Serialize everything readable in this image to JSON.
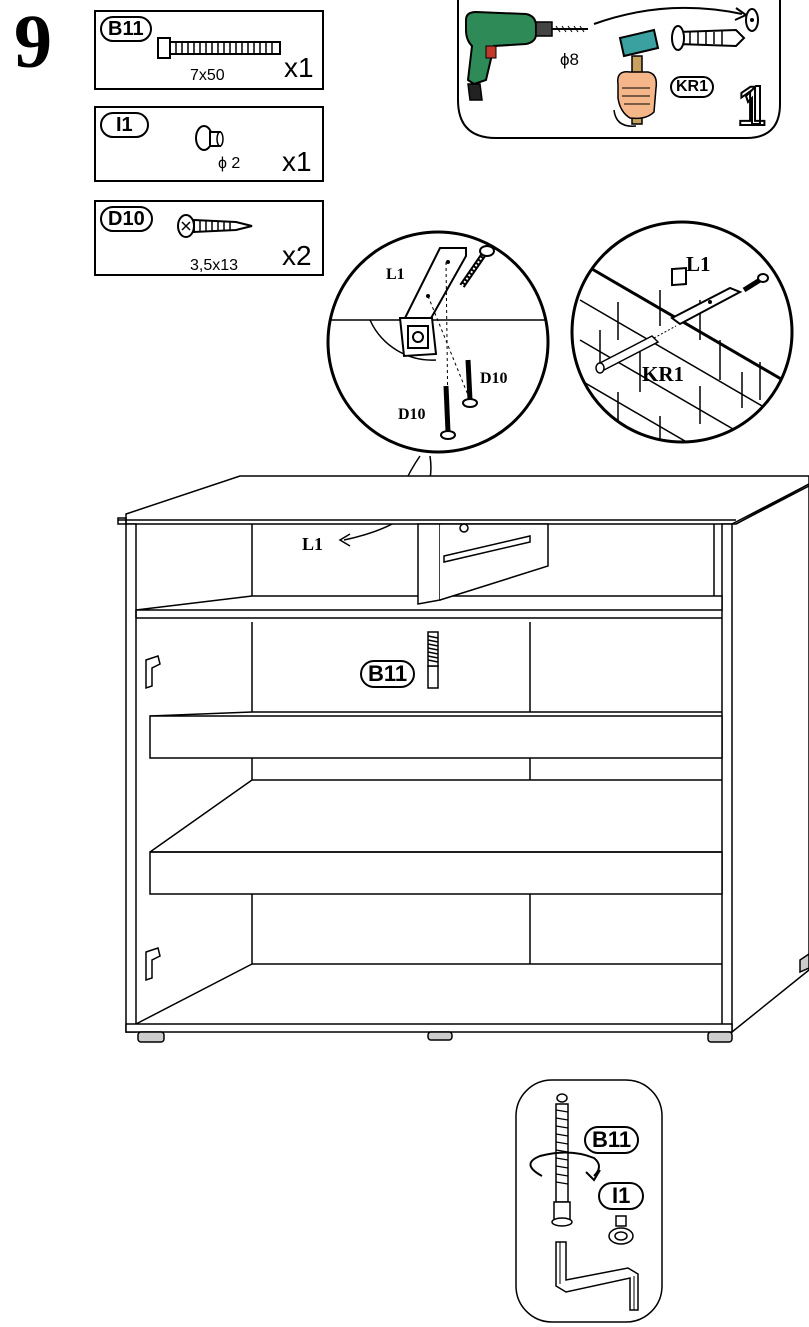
{
  "step": {
    "number": "9"
  },
  "parts": [
    {
      "id": "B11",
      "size": "7x50",
      "qty": "x1",
      "icon": "long-bolt"
    },
    {
      "id": "I1",
      "size": "ϕ 2",
      "qty": "x1",
      "icon": "nut-cap"
    },
    {
      "id": "D10",
      "size": "3,5x13",
      "qty": "x2",
      "icon": "screw"
    }
  ],
  "wall_inset": {
    "drill_size": "ϕ8",
    "plug_label": "KR1",
    "count": "1"
  },
  "detail_bracket": {
    "bracket": "L1",
    "screw_a": "D10",
    "screw_b": "D10"
  },
  "detail_wall": {
    "bracket": "L1",
    "plug": "KR1"
  },
  "cabinet": {
    "bracket_label": "L1",
    "bolt_label": "B11"
  },
  "bolt_inset": {
    "bolt_label": "B11",
    "cap_label": "I1"
  },
  "colors": {
    "ink": "#000000",
    "drill_body": "#2e8b57",
    "drill_trigger": "#c0392b",
    "hammer_head": "#3aa0a0",
    "hand": "#f5b78a"
  }
}
